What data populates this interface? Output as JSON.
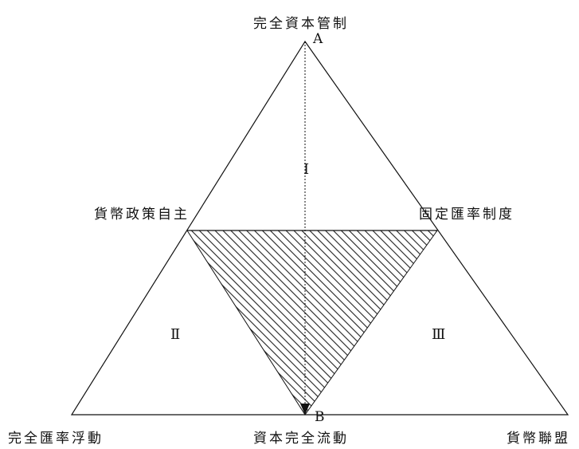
{
  "diagram": {
    "top_label": "完全資本管制",
    "left_mid_label": "貨幣政策自主",
    "right_mid_label": "固定匯率制度",
    "bottom_left_label": "完全匯率浮動",
    "bottom_center_label": "資本完全流動",
    "bottom_right_label": "貨幣聯盟",
    "point_top": "A",
    "point_bottom": "B",
    "region_1": "I",
    "region_2": "Ⅱ",
    "region_3": "Ⅲ"
  },
  "colors": {
    "line": "#111111",
    "hatch": "#222222",
    "background": "#ffffff"
  }
}
